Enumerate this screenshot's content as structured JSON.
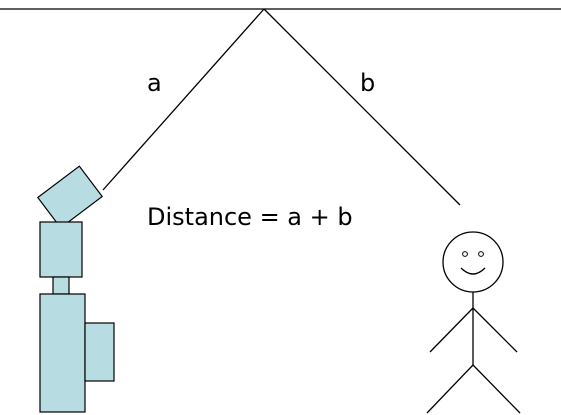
{
  "labels": {
    "path_a": "a",
    "path_b": "b",
    "formula": "Distance = a + b"
  },
  "colors": {
    "device_fill": "#b7dde3",
    "ink": "#000000",
    "background": "#ffffff"
  },
  "icons": {
    "camera": "camera-icon",
    "person": "stick-figure-icon"
  }
}
